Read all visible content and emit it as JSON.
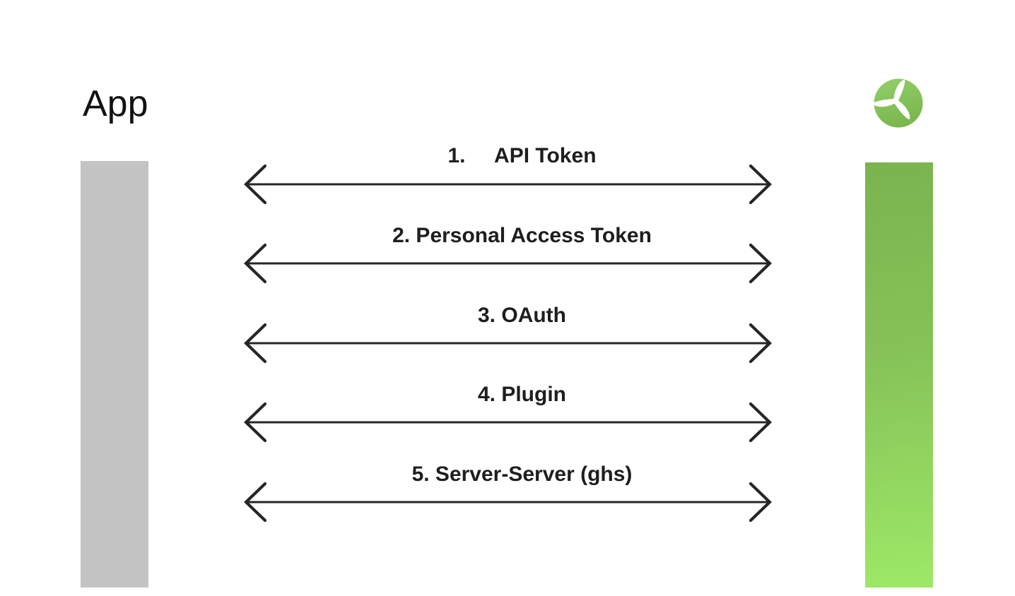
{
  "page": {
    "background_color": "#ffffff"
  },
  "header": {
    "title": "App"
  },
  "logo": {
    "icon": "wind-turbine-icon",
    "circle_color_top": "#92ce69",
    "circle_color_bottom": "#7ab64c",
    "blade_color": "#ffffff"
  },
  "lifelines": {
    "left_bar_color": "#c4c4c4",
    "right_bar_color_top": "#7bb350",
    "right_bar_color_bottom": "#9de967"
  },
  "connections": [
    {
      "label": "1.     API Token"
    },
    {
      "label": "2. Personal Access Token"
    },
    {
      "label": "3. OAuth"
    },
    {
      "label": "4. Plugin"
    },
    {
      "label": "5. Server-Server (ghs)"
    }
  ],
  "arrow": {
    "style": "double-headed",
    "color": "#262626"
  }
}
